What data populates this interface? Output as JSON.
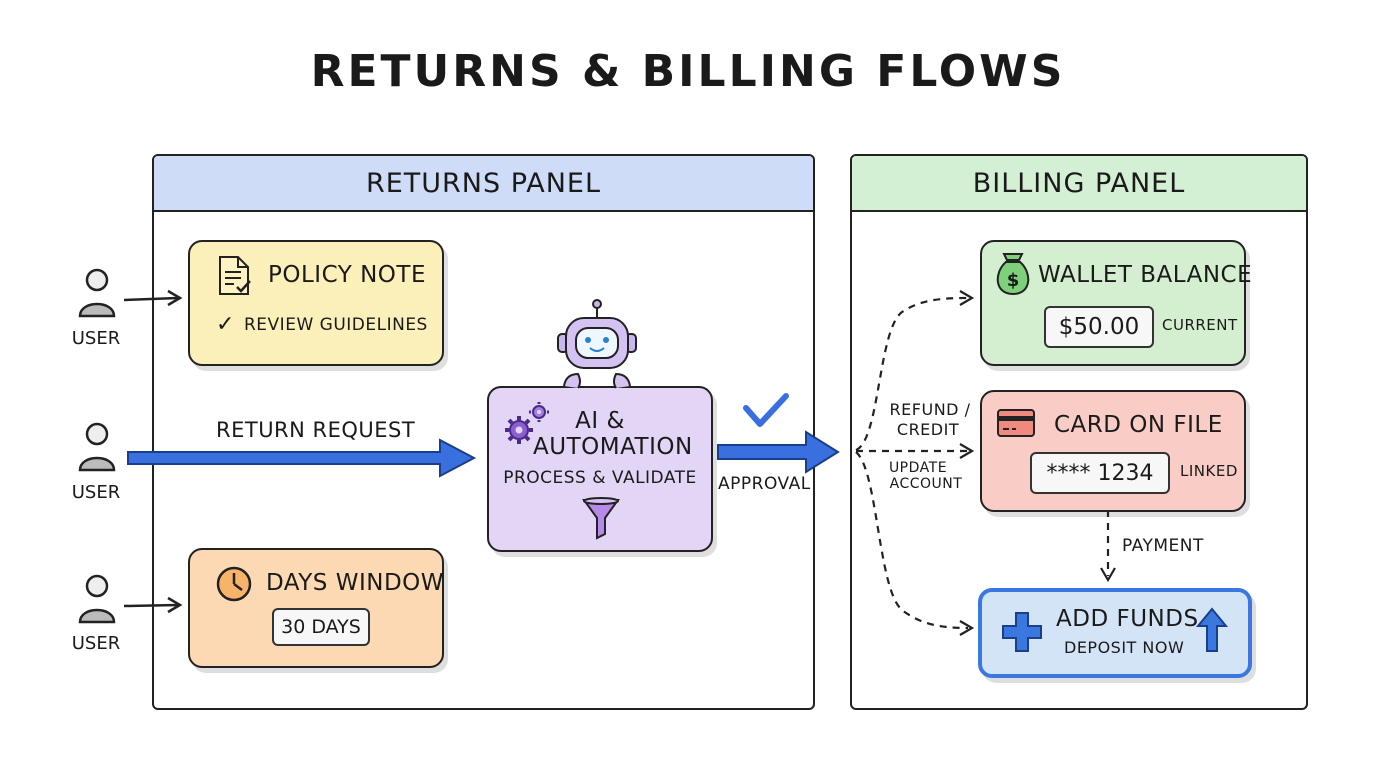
{
  "title": "RETURNS & BILLING FLOWS",
  "returns_panel": {
    "title": "RETURNS PANEL",
    "header_color": "#cfdcf7",
    "users": [
      "USER",
      "USER",
      "USER"
    ],
    "policy_note": {
      "title": "POLICY NOTE",
      "subtitle": "REVIEW GUIDELINES",
      "check": "✓",
      "color": "#fbf0b9"
    },
    "return_request": "RETURN REQUEST",
    "ai": {
      "title_line1": "AI &",
      "title_line2": "AUTOMATION",
      "subtitle": "PROCESS & VALIDATE",
      "color": "#e2d5f6"
    },
    "approval": "APPROVAL",
    "days_window": {
      "title": "DAYS WINDOW",
      "value": "30 DAYS",
      "color": "#fcd9b3"
    }
  },
  "billing_panel": {
    "title": "BILLING PANEL",
    "header_color": "#d3efd4",
    "wallet": {
      "title": "WALLET BALANCE",
      "amount": "$50.00",
      "status": "CURRENT",
      "color": "#d4efd0"
    },
    "refund_label_line1": "REFUND /",
    "refund_label_line2": "CREDIT",
    "update_label_line1": "UPDATE",
    "update_label_line2": "ACCOUNT",
    "card": {
      "title": "CARD ON FILE",
      "number": "**** 1234",
      "status": "LINKED",
      "color": "#f9cdc6"
    },
    "payment_label": "PAYMENT",
    "add_funds": {
      "title": "ADD FUNDS",
      "subtitle": "DEPOSIT NOW",
      "color": "#d4e4f7",
      "border_color": "#3a78e0"
    }
  },
  "colors": {
    "flow_arrow": "#3a6fe0",
    "ink": "#222222"
  }
}
